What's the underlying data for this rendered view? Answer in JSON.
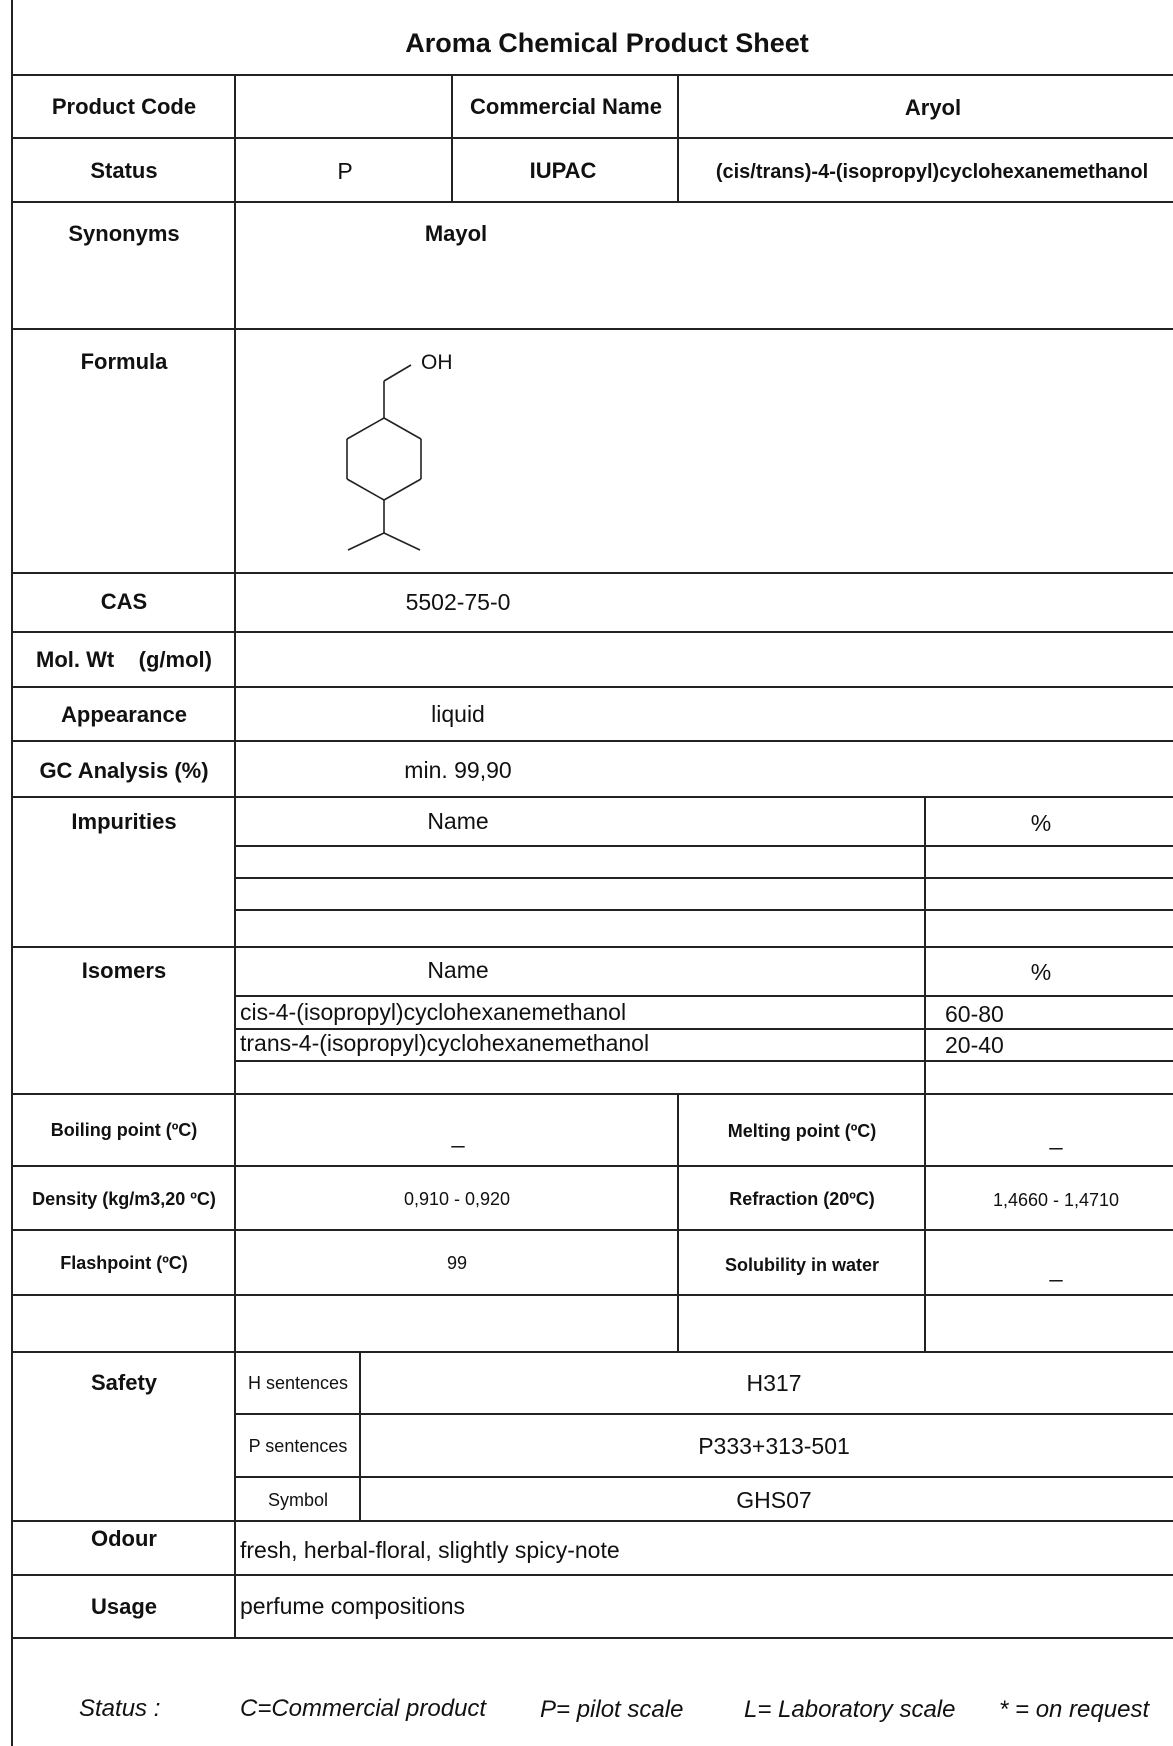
{
  "title": "Aroma  Chemical  Product  Sheet",
  "product_code": {
    "label": "Product  Code",
    "value": ""
  },
  "commercial_name": {
    "label": "Commercial Name",
    "value": "Aryol"
  },
  "status": {
    "label": "Status",
    "value": "P"
  },
  "iupac": {
    "label": "IUPAC",
    "value": "(cis/trans)-4-(isopropyl)cyclohexanemethanol"
  },
  "synonyms": {
    "label": "Synonyms",
    "value": "Mayol"
  },
  "formula": {
    "label": "Formula",
    "oh_label": "OH"
  },
  "cas": {
    "label": "CAS",
    "value": "5502-75-0"
  },
  "mol_wt": {
    "label": "Mol. Wt    (g/mol)",
    "value": ""
  },
  "appearance": {
    "label": "Appearance",
    "value": "liquid"
  },
  "gc_analysis": {
    "label": "GC Analysis  (%)",
    "value": "min. 99,90"
  },
  "impurities": {
    "label": "Impurities",
    "name_header": "Name",
    "pct_header": "%",
    "rows": []
  },
  "isomers": {
    "label": "Isomers",
    "name_header": "Name",
    "pct_header": "%",
    "rows": [
      {
        "name": "cis-4-(isopropyl)cyclohexanemethanol",
        "pct": "60-80"
      },
      {
        "name": "trans-4-(isopropyl)cyclohexanemethanol",
        "pct": "20-40"
      }
    ]
  },
  "properties": {
    "boiling_point": {
      "label": "Boiling point (ºC)",
      "value": "_"
    },
    "melting_point": {
      "label": "Melting point (ºC)",
      "value": "_"
    },
    "density": {
      "label": "Density (kg/m3,20 ºC)",
      "value": "0,910 - 0,920"
    },
    "refraction": {
      "label": "Refraction (20ºC)",
      "value": "1,4660 - 1,4710"
    },
    "flashpoint": {
      "label": "Flashpoint  (ºC)",
      "value": "99"
    },
    "solubility": {
      "label": "Solubility in water",
      "value": "_"
    }
  },
  "safety": {
    "label": "Safety",
    "h_label": "H sentences",
    "h_value": "H317",
    "p_label": "P sentences",
    "p_value": "P333+313-501",
    "symbol_label": "Symbol",
    "symbol_value": "GHS07"
  },
  "odour": {
    "label": "Odour",
    "value": "fresh, herbal-floral, slightly spicy-note"
  },
  "usage": {
    "label": "Usage",
    "value": "perfume compositions"
  },
  "footer": {
    "status_label": "Status  :",
    "commercial": "C=Commercial product",
    "pilot": "P= pilot  scale",
    "laboratory": "L= Laboratory scale",
    "on_request": "* = on request"
  }
}
